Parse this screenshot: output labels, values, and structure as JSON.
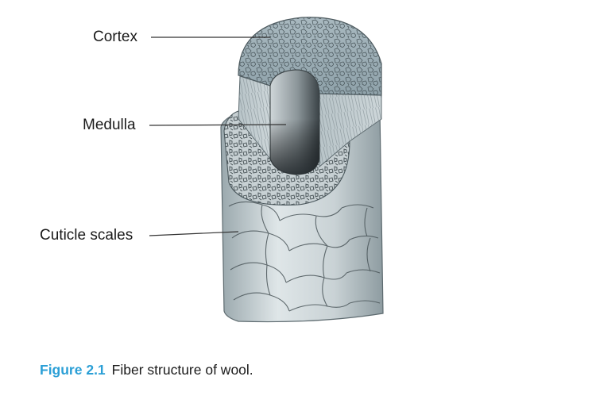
{
  "labels": {
    "cortex": "Cortex",
    "medulla": "Medulla",
    "cuticle": "Cuticle scales"
  },
  "caption": {
    "number": "Figure 2.1",
    "text": "Fiber structure of wool."
  },
  "colors": {
    "accent": "#2b9fd6"
  }
}
